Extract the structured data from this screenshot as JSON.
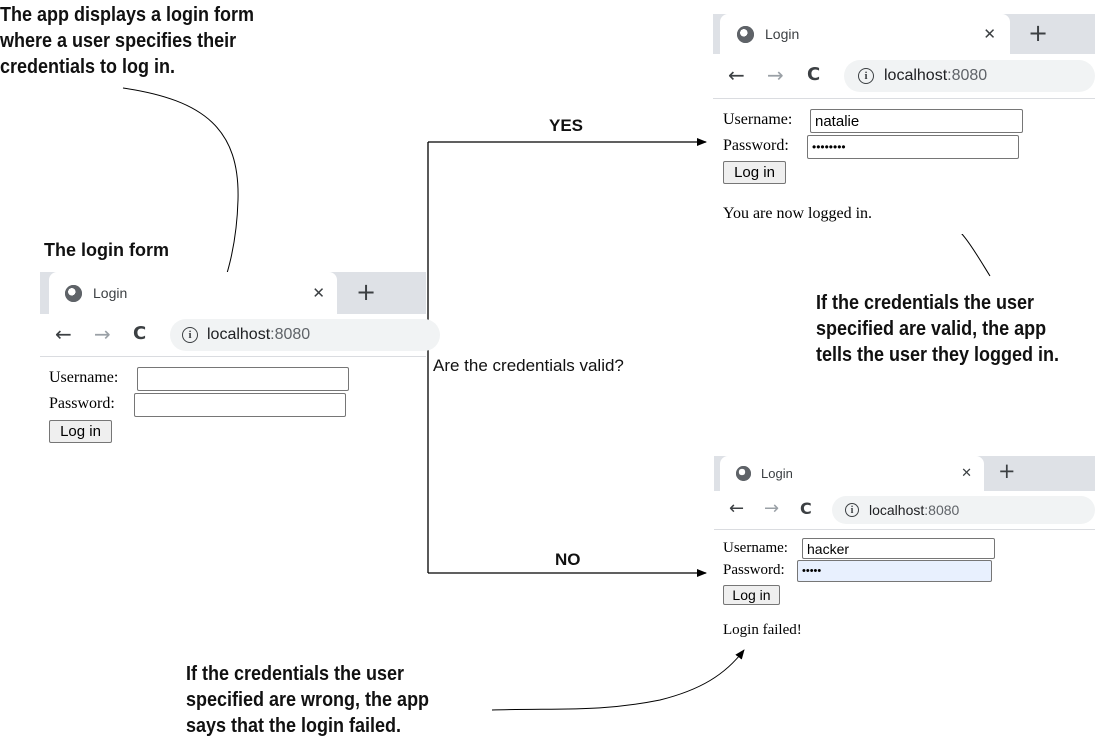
{
  "callouts": {
    "top_left": [
      "The app displays a login form",
      "where a user specifies their",
      "credentials to log in."
    ],
    "valid": [
      "If the credentials the user",
      "specified are valid, the app",
      "tells the user they logged in."
    ],
    "wrong": [
      "If the credentials the user",
      "specified are wrong, the app",
      "says that the login failed."
    ]
  },
  "labels": {
    "login_form": "The login form",
    "question": "Are the credentials valid?",
    "yes": "YES",
    "no": "NO"
  },
  "browsers": {
    "initial": {
      "tab_title": "Login",
      "close_glyph": "✕",
      "newtab_glyph": "+",
      "url_host": "localhost",
      "url_port": ":8080",
      "username_label": "Username:",
      "password_label": "Password:",
      "username_value": "",
      "password_value": "",
      "button_label": "Log in",
      "message": ""
    },
    "success": {
      "tab_title": "Login",
      "close_glyph": "✕",
      "newtab_glyph": "+",
      "url_host": "localhost",
      "url_port": ":8080",
      "username_label": "Username:",
      "password_label": "Password:",
      "username_value": "natalie",
      "password_value": "••••••••",
      "button_label": "Log in",
      "message": "You are now logged in."
    },
    "failure": {
      "tab_title": "Login",
      "close_glyph": "✕",
      "newtab_glyph": "+",
      "url_host": "localhost",
      "url_port": ":8080",
      "username_label": "Username:",
      "password_label": "Password:",
      "username_value": "hacker",
      "password_value": "•••••",
      "button_label": "Log in",
      "message": "Login failed!"
    }
  },
  "icons": {
    "back": "←",
    "forward": "→",
    "reload": "C",
    "info": "i"
  },
  "colors": {
    "tabstrip": "#dee1e6",
    "autofill": "#e8f0fe",
    "line": "#000000"
  }
}
